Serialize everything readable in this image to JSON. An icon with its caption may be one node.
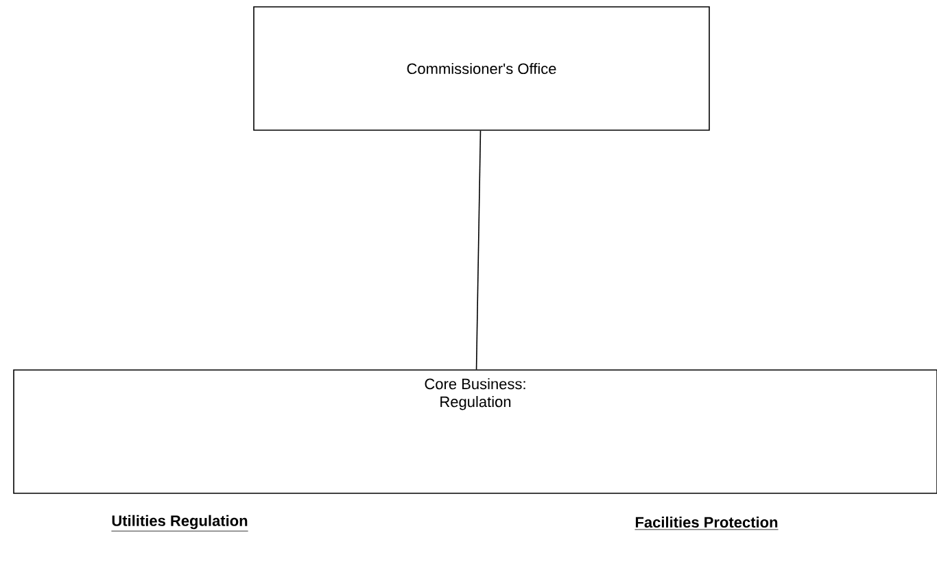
{
  "diagram": {
    "nodes": [
      {
        "text": [
          "Commissioner's Office"
        ]
      },
      {
        "text": [
          "Core Business: Regulation"
        ]
      }
    ],
    "edges": [
      {
        "from": 0,
        "to": 1,
        "arrow": "none"
      }
    ],
    "labels": [
      "Utilities Regulation",
      "Facilities Protection"
    ]
  }
}
